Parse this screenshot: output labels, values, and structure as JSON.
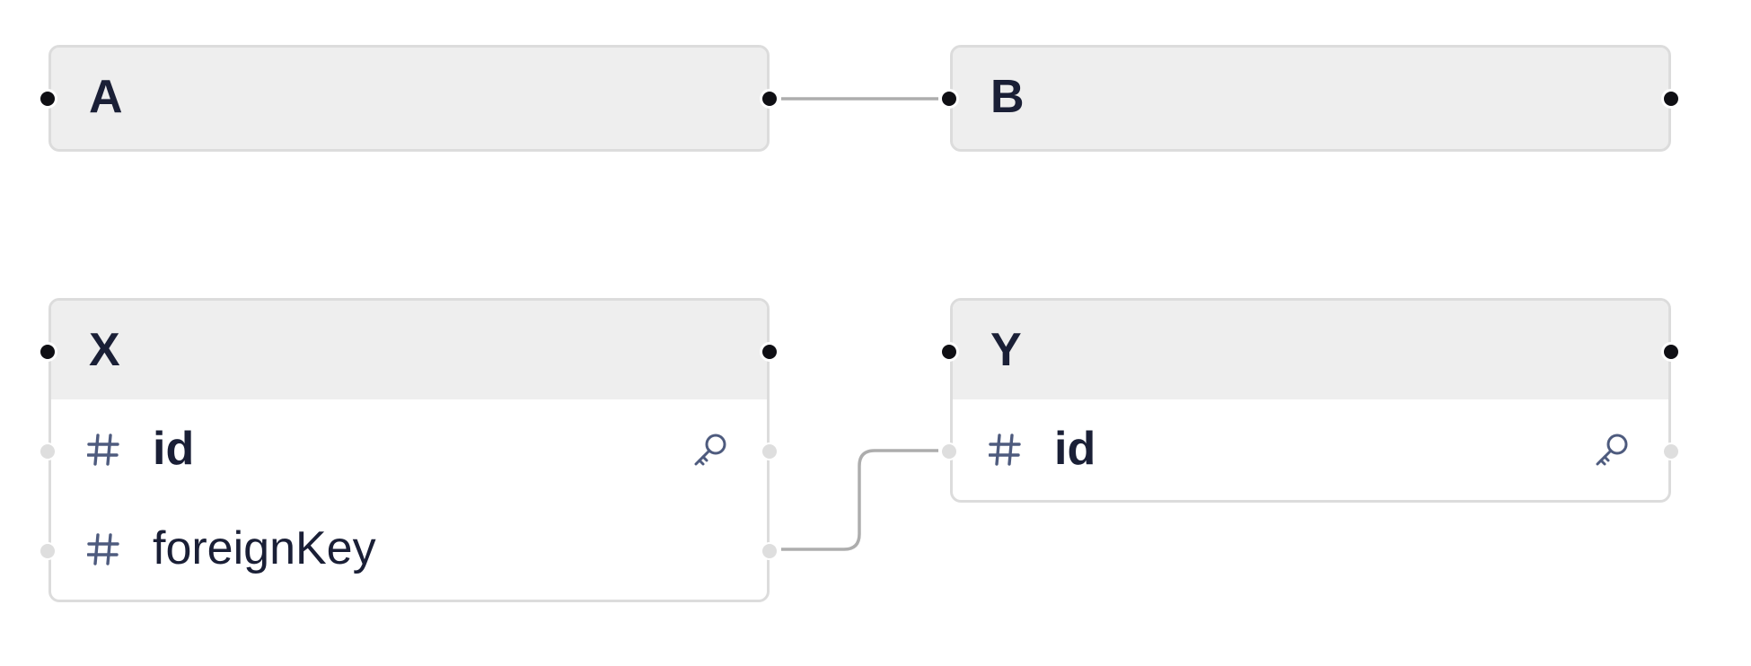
{
  "colors": {
    "header_background": "#eeeeee",
    "node_border": "#dcdcdc",
    "edge": "#adadad",
    "handle": "#0f0f14",
    "field_handle": "#dedede",
    "text": "#1a1f36",
    "icon": "#4e5b7e"
  },
  "nodes": {
    "a": {
      "title": "A"
    },
    "b": {
      "title": "B"
    },
    "x": {
      "title": "X",
      "fields": [
        {
          "name": "id",
          "type_icon": "number-icon",
          "primary_key": true
        },
        {
          "name": "foreignKey",
          "type_icon": "number-icon",
          "primary_key": false
        }
      ]
    },
    "y": {
      "title": "Y",
      "fields": [
        {
          "name": "id",
          "type_icon": "number-icon",
          "primary_key": true
        }
      ]
    }
  },
  "edges": [
    {
      "from": "A",
      "to": "B",
      "kind": "node"
    },
    {
      "from": "X.foreignKey",
      "to": "Y",
      "kind": "field"
    }
  ]
}
